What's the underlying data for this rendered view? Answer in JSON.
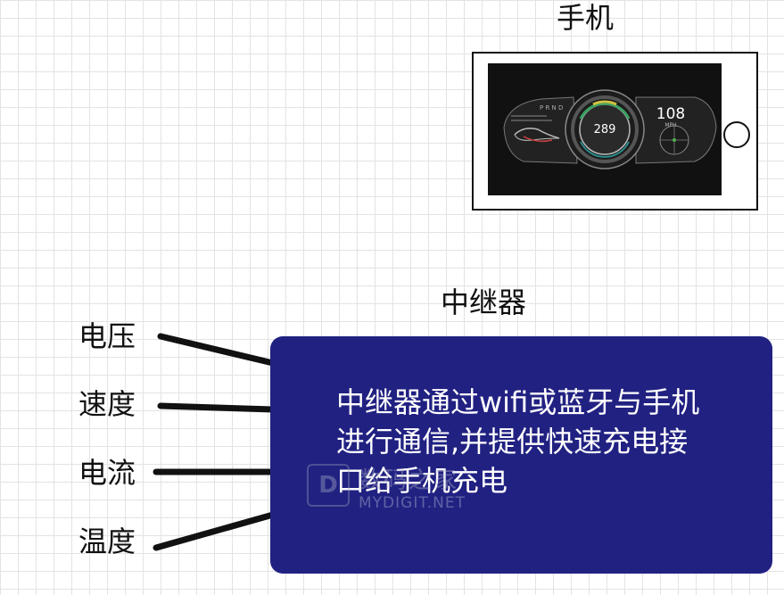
{
  "phone": {
    "title": "手机",
    "dashboard": {
      "gear_indicator": "P R N D",
      "speed": "289",
      "rpm": "108",
      "rpm_unit": "MPH"
    }
  },
  "relay": {
    "title": "中继器",
    "description": "中继器通过wifi或蓝牙与手机进行通信,并提供快速充电接口给手机充电"
  },
  "inputs": [
    "电压",
    "速度",
    "电流",
    "温度"
  ],
  "watermark": {
    "logo": "D",
    "brand": "数码之家",
    "url": "MYDIGIT.NET"
  },
  "colors": {
    "relay_box": "#212182",
    "line": "#111111",
    "text": "#111111"
  }
}
